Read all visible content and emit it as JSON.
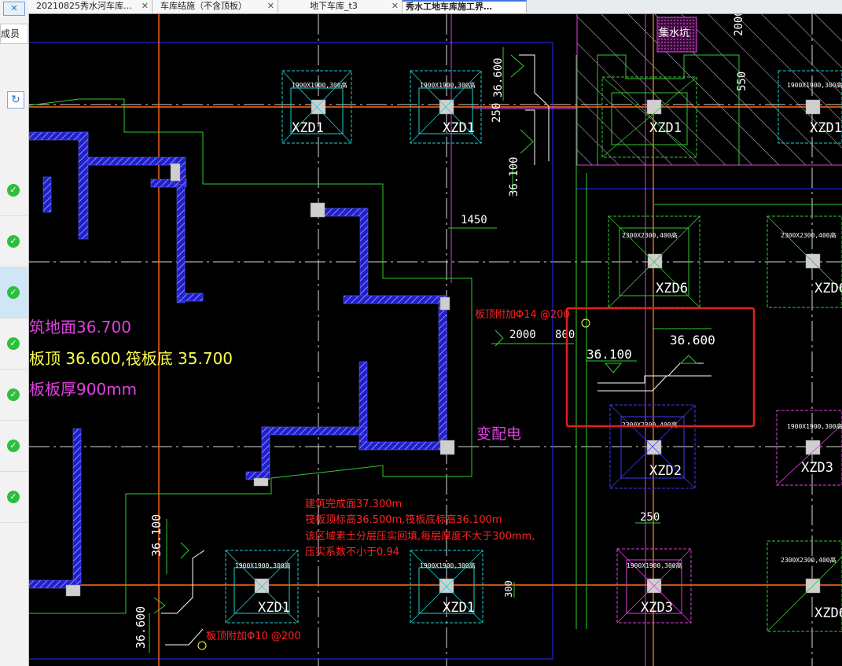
{
  "tabs": [
    {
      "label": "20210825秀水河车库…",
      "active": false
    },
    {
      "label": "车库结施（不含顶板）",
      "active": false
    },
    {
      "label": "地下车库_t3",
      "active": false
    },
    {
      "label": "秀水工地车库施工界…",
      "active": true
    }
  ],
  "sidebar": {
    "member_button": "成员",
    "check_count": 7,
    "selected_row": 2
  },
  "drawing": {
    "pit_label": "集水坑",
    "dims": {
      "d2000_top": "2000",
      "d550": "550",
      "d36600_top": "36.600",
      "d250_top": "250",
      "d36100_a": "36.100",
      "d1450": "1450",
      "d2000_mid": "2000",
      "d800": "800",
      "d36100_b": "36.100",
      "d36600_b": "36.600",
      "d250_mid": "250",
      "d36100_left": "36.100",
      "d36600_left": "36.600",
      "d300": "300"
    },
    "foundations": [
      {
        "spec": "1900X1900,300高",
        "tag": "XZD1"
      },
      {
        "spec": "1900X1900,300高",
        "tag": "XZD1"
      },
      {
        "tag": "XZD1"
      },
      {
        "spec": "1900X1900,300高",
        "tag": "XZD1"
      },
      {
        "spec": "2300X2300,400高",
        "tag": "XZD6"
      },
      {
        "spec": "2300X2300,400高",
        "tag": "XZD6"
      },
      {
        "spec": "2300X2300,400高",
        "tag": "XZD2"
      },
      {
        "spec": "1900X1900,300高",
        "tag": "XZD3"
      },
      {
        "spec": "1900X1900,300高",
        "tag": "XZD1"
      },
      {
        "spec": "1900X1900,300高",
        "tag": "XZD1"
      },
      {
        "spec": "1900X1900,300高",
        "tag": "XZD3"
      },
      {
        "spec": "2300X2300,400高",
        "tag": "XZD6"
      }
    ],
    "notes": {
      "floor_level": "筑地面36.700",
      "slab_level": "板顶 36.600,筏板底 35.700",
      "slab_thick": "板板厚900mm",
      "rebar_top": "板顶附加Φ14 @200",
      "substation": "变配电",
      "red_note_1": "建筑完成面37.300m",
      "red_note_2": "筏板顶标高36.500m,筏板底标高36.100m",
      "red_note_3": "该区域素土分层压实回填,每层厚度不大于300mm,",
      "red_note_4": "压实系数不小于0.94",
      "rebar_bottom": "板顶附加Φ10 @200"
    }
  },
  "colors": {
    "background": "#000000",
    "grid_orange": "#ff6a1a",
    "axis_white": "#dddddd",
    "boundary_blue": "#2a2aff",
    "green": "#2ecc2e",
    "cyan": "#21d0d0",
    "magenta": "#e040e0",
    "yellow": "#ffff4d",
    "red": "#ff2222",
    "highlight_box": "#e0201c",
    "wall_blue": "#3a3aff",
    "checkmark_green": "#2cbf3c"
  }
}
